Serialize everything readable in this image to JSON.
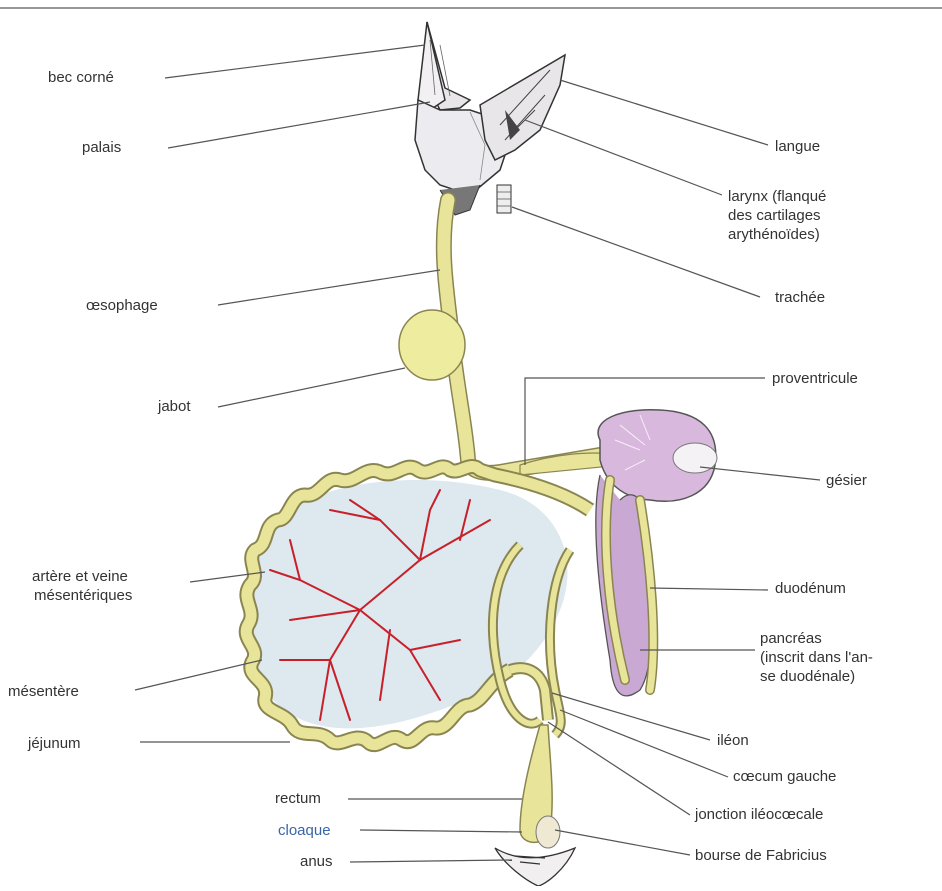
{
  "labels": {
    "bec_corne": "bec corné",
    "palais": "palais",
    "oesophage": "œsophage",
    "jabot": "jabot",
    "artere_veine_1": "artère et veine",
    "artere_veine_2": "mésentériques",
    "mesentere": "mésentère",
    "jejunum": "jéjunum",
    "rectum": "rectum",
    "cloaque": "cloaque",
    "anus": "anus",
    "langue": "langue",
    "larynx_1": "larynx (flanqué",
    "larynx_2": "des cartilages",
    "larynx_3": "arythénoïdes)",
    "trachee": "trachée",
    "proventricule": "proventricule",
    "gesier": "gésier",
    "duodenum": "duodénum",
    "pancreas_1": "pancréas",
    "pancreas_2": "(inscrit dans l'an-",
    "pancreas_3": "se duodénale)",
    "ileon": "iléon",
    "caecum": "cœcum gauche",
    "jonction": "jonction iléocœcale",
    "bourse": "bourse de Fabricius"
  },
  "colors": {
    "gut": "#e8e59a",
    "gut_stroke": "#8a8550",
    "vessel": "#c8202a",
    "mesentery": "#dde8ef",
    "gizzard": "#d8b8dc",
    "pancreas": "#c9a8d4",
    "beak": "#e9e6ea",
    "leader": "#555555",
    "blue_label": "#3a66a8"
  }
}
